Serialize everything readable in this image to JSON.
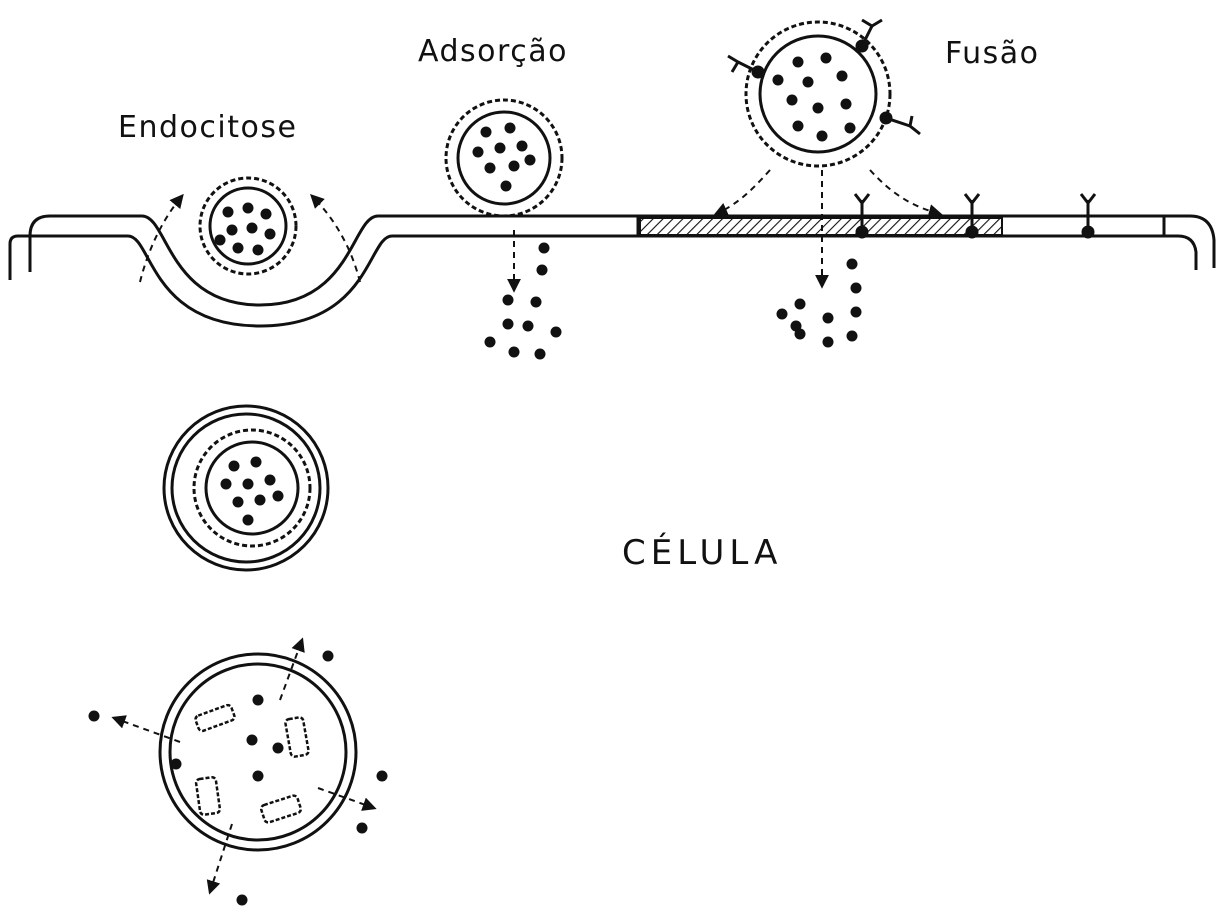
{
  "labels": {
    "endocytosis": "Endocitose",
    "adsorption": "Adsorção",
    "fusion": "Fusão",
    "cell": "CÉLULA"
  },
  "colors": {
    "ink": "#111111",
    "background": "#ffffff"
  }
}
